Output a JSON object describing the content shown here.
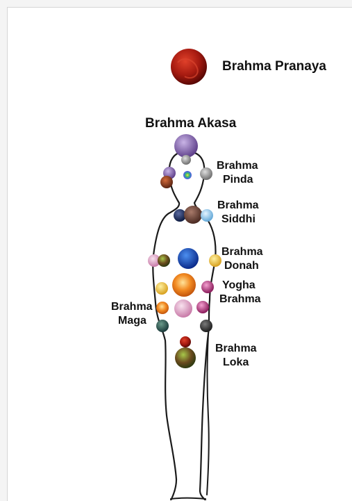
{
  "labels": {
    "pranaya": "Brahma Pranaya",
    "akasa": "Brahma Akasa",
    "pinda": [
      "Brahma",
      "Pinda"
    ],
    "siddhi": [
      "Brahma",
      "Siddhi"
    ],
    "donah": [
      "Brahma",
      "Donah"
    ],
    "yogha": [
      "Yogha",
      "Brahma"
    ],
    "maga": [
      "Brahma",
      "Maga"
    ],
    "loka": [
      "Brahma",
      "Loka"
    ]
  },
  "colors": {
    "outline": "#1a1a1a",
    "pranaya_orb": "#9e1a12",
    "akasa_orb": "#8d6fb0"
  }
}
